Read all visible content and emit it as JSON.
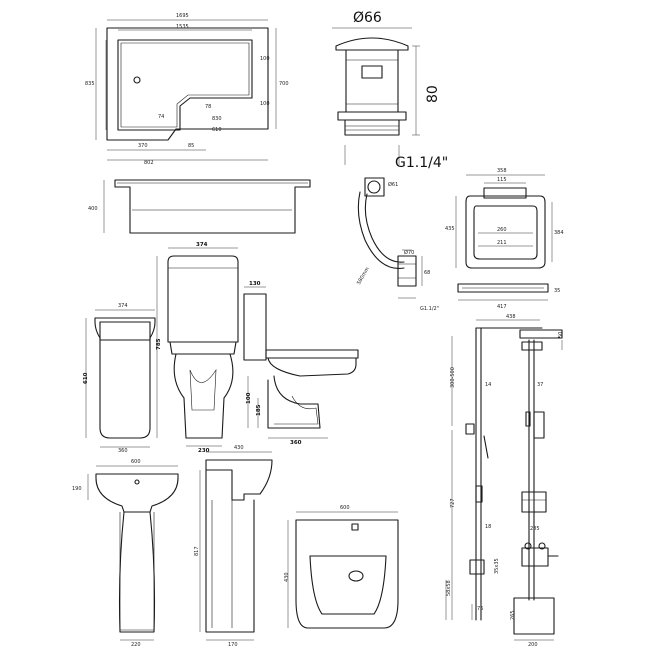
{
  "bath": {
    "length": "1695",
    "inner_length": "1535",
    "width_left": "835",
    "width_right": "700",
    "side_small_1": "100",
    "side_small_2": "100",
    "step_a": "830",
    "step_b": "610",
    "step_c": "78",
    "step_d": "74",
    "bottom_a": "370",
    "bottom_b": "85",
    "bottom_c": "802",
    "height": "400"
  },
  "waste": {
    "diameter": "Ø66",
    "height": "80",
    "thread": "G1.1/4\""
  },
  "bath_waste": {
    "d_top": "Ø61",
    "d_mid": "Ø70",
    "h": "68",
    "hose": "580mm",
    "thread": "G1.1/2\""
  },
  "seat": {
    "top_width": "358",
    "inner_top": "115",
    "inner_width": "260",
    "inner_bottom": "211",
    "depth_left": "435",
    "depth_right": "384",
    "bottom_width": "417",
    "height": "35"
  },
  "toilet": {
    "front_width": "374",
    "front_height": "610",
    "front_base": "360",
    "side_width": "374",
    "side_height": "785",
    "side_base": "230",
    "cistern_depth": "130",
    "pan_height_a": "100",
    "pan_height_b": "185",
    "pan_base": "360"
  },
  "basin_front": {
    "width": "600",
    "depth": "190",
    "base": "220"
  },
  "basin_side": {
    "width": "430",
    "height": "817",
    "base": "170"
  },
  "basin_top": {
    "width": "600",
    "depth": "430"
  },
  "shower": {
    "top": "438",
    "head": "50",
    "rail_a": "300-500",
    "rail_b": "727",
    "d1": "14",
    "d2": "37",
    "d3": "18",
    "d4": "35x35",
    "d5": "58x58",
    "d6": "76",
    "d7": "285",
    "d8": "200",
    "d9": "265"
  }
}
